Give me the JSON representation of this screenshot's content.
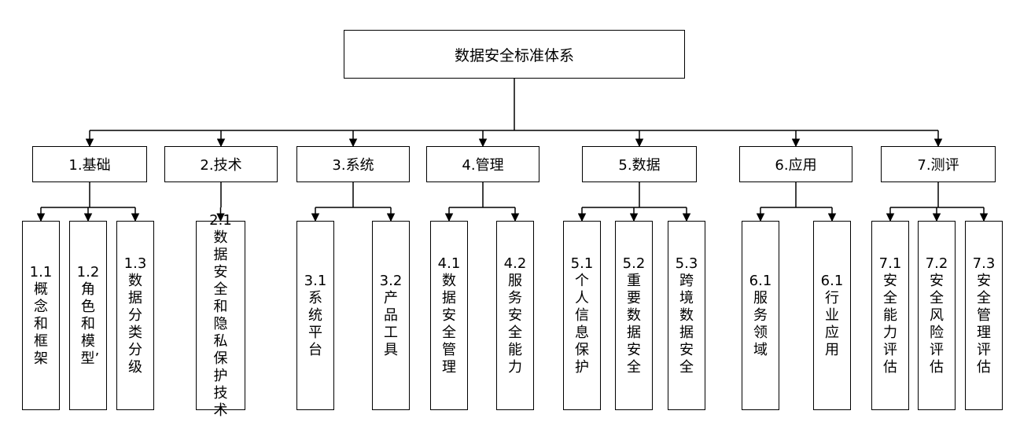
{
  "root": {
    "label": "数据安全标准体系"
  },
  "categories": [
    {
      "id": "cat-1",
      "label": "1.基础",
      "children": [
        {
          "id": "1-1",
          "number": "1.1",
          "text": "概念和框架"
        },
        {
          "id": "1-2",
          "number": "1.2",
          "text": "角色和模型’"
        },
        {
          "id": "1-3",
          "number": "1.3",
          "text": "数据分类分级"
        }
      ]
    },
    {
      "id": "cat-2",
      "label": "2.技术",
      "children": [
        {
          "id": "2-1",
          "number": "2.1",
          "text": "数据安全和隐私保护技术"
        }
      ]
    },
    {
      "id": "cat-3",
      "label": "3.系统",
      "children": [
        {
          "id": "3-1",
          "number": "3.1",
          "text": "系统平台"
        },
        {
          "id": "3-2",
          "number": "3.2",
          "text": "产品工具"
        }
      ]
    },
    {
      "id": "cat-4",
      "label": "4.管理",
      "children": [
        {
          "id": "4-1",
          "number": "4.1",
          "text": "数据安全管理"
        },
        {
          "id": "4-2",
          "number": "4.2",
          "text": "服务安全能力"
        }
      ]
    },
    {
      "id": "cat-5",
      "label": "5.数据",
      "children": [
        {
          "id": "5-1",
          "number": "5.1",
          "text": "个人信息保护"
        },
        {
          "id": "5-2",
          "number": "5.2",
          "text": "重要数据安全"
        },
        {
          "id": "5-3",
          "number": "5.3",
          "text": "跨境数据安全"
        }
      ]
    },
    {
      "id": "cat-6",
      "label": "6.应用",
      "children": [
        {
          "id": "6-1a",
          "number": "6.1",
          "text": "服务领域"
        },
        {
          "id": "6-1b",
          "number": "6.1",
          "text": "行业应用"
        }
      ]
    },
    {
      "id": "cat-7",
      "label": "7.测评",
      "children": [
        {
          "id": "7-1",
          "number": "7.1",
          "text": "安全能力评估"
        },
        {
          "id": "7-2",
          "number": "7.2",
          "text": "安全风险评估"
        },
        {
          "id": "7-3",
          "number": "7.3",
          "text": "安全管理评估"
        }
      ]
    }
  ]
}
